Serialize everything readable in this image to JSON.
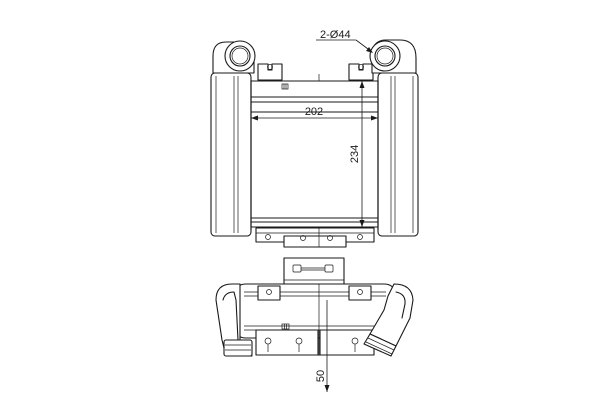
{
  "dimensions": {
    "pipe_diameter_label": "2-Ø44",
    "core_width": "202",
    "core_height": "234",
    "outlet_offset": "50"
  }
}
